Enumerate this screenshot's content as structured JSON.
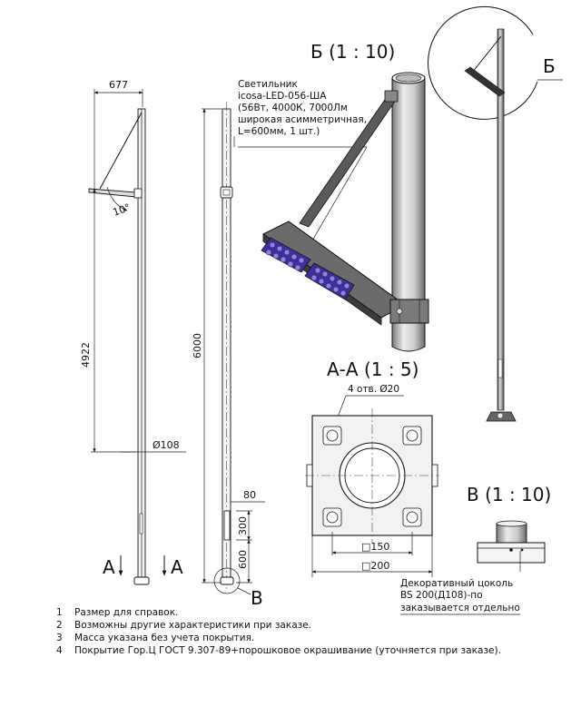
{
  "side_view": {
    "dim_top": "677",
    "dim_height": "4922",
    "dim_diameter": "108",
    "angle": "10°",
    "section_mark": "A"
  },
  "front_view": {
    "dim_height": "6000",
    "dim_80": "80",
    "dim_300": "300",
    "dim_600": "600",
    "callout": "B"
  },
  "detail_b_cyr": {
    "title": "Б (1 : 10)",
    "luminaire_label": [
      "Светильник",
      "icosa-LED-056-ША",
      "(56Вт, 4000К, 7000Лм",
      "широкая асимметричная,",
      "L=600мм, 1 шт.)"
    ]
  },
  "overview": {
    "callout": "Б"
  },
  "section_aa": {
    "title": "А-А (1 : 5)",
    "holes": "4 отв. Ø20",
    "dim_150": "□150",
    "dim_200": "□200"
  },
  "detail_b": {
    "title": "В (1 : 10)",
    "label": [
      "Декоративный цоколь",
      "BS 200(Д108)-по",
      "заказывается отдельно"
    ]
  },
  "notes": [
    {
      "num": "1",
      "text": "Размер для справок."
    },
    {
      "num": "2",
      "text": "Возможны другие характеристики при заказе."
    },
    {
      "num": "3",
      "text": "Масса указана без учета покрытия."
    },
    {
      "num": "4",
      "text": "Покрытие Гор.Ц ГОСТ 9.307-89+порошковое окрашивание (уточняется при заказе)."
    }
  ],
  "colors": {
    "line": "#111111",
    "pole_light": "#e8e8e8",
    "pole_mid": "#bdbdbd",
    "pole_dark": "#6d6d6d",
    "led": "#3d2f9c"
  }
}
